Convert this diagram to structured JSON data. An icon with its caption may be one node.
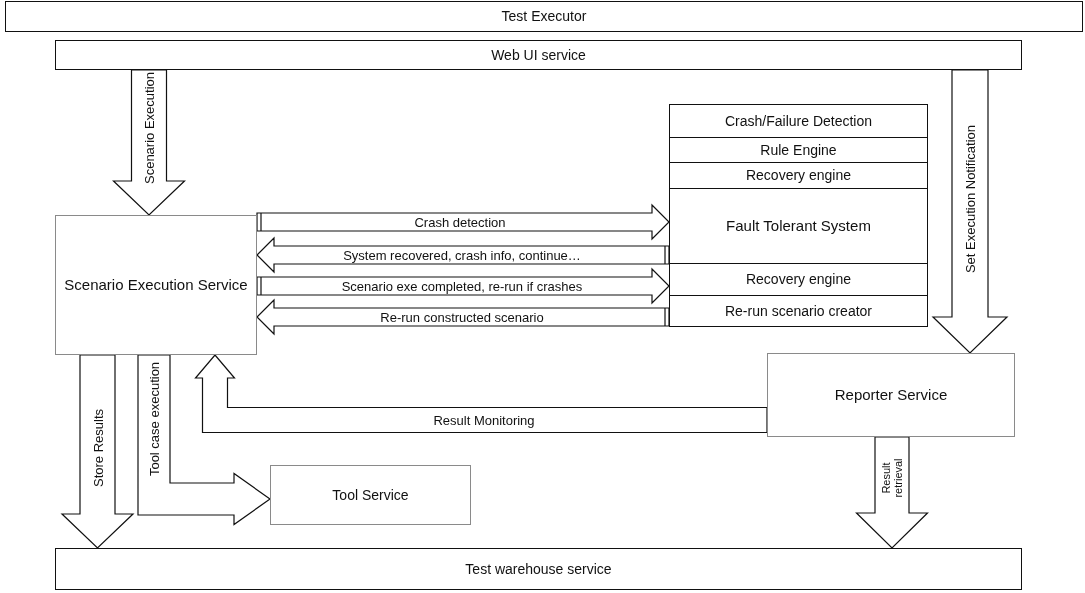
{
  "diagram": {
    "nodes": [
      {
        "text": [
          "Test Executor"
        ]
      },
      {
        "text": [
          "Web UI service"
        ]
      },
      {
        "text": [
          "Crash/Failure Detection"
        ]
      },
      {
        "text": [
          "Rule Engine"
        ]
      },
      {
        "text": [
          "Recovery engine"
        ]
      },
      {
        "text": [
          "Fault Tolerant System"
        ]
      },
      {
        "text": [
          "Recovery engine"
        ]
      },
      {
        "text": [
          "Re-run scenario creator"
        ]
      },
      {
        "text": [
          "Scenario Execution Service"
        ]
      },
      {
        "text": [
          "Reporter Service"
        ]
      },
      {
        "text": [
          "Tool Service"
        ]
      },
      {
        "text": [
          "Test warehouse service"
        ]
      }
    ],
    "edges": [
      {
        "from": 1,
        "to": 8,
        "arrow": "to",
        "label": "Scenario Execution"
      },
      {
        "from": 8,
        "to": 5,
        "arrow": "to",
        "label": "Crash detection"
      },
      {
        "from": 5,
        "to": 8,
        "arrow": "to",
        "label": "System recovered, crash info, continue…"
      },
      {
        "from": 8,
        "to": 6,
        "arrow": "to",
        "label": "Scenario exe completed, re-run if crashes"
      },
      {
        "from": 7,
        "to": 8,
        "arrow": "to",
        "label": "Re-run constructed scenario"
      },
      {
        "from": 1,
        "to": 9,
        "arrow": "to",
        "label": "Set Execution Notification"
      },
      {
        "from": 9,
        "to": 8,
        "arrow": "to",
        "label": "Result Monitoring"
      },
      {
        "from": 8,
        "to": 11,
        "arrow": "to",
        "label": "Store Results"
      },
      {
        "from": 8,
        "to": 10,
        "arrow": "to",
        "label": "Tool case execution"
      },
      {
        "from": 9,
        "to": 11,
        "arrow": "to",
        "label": "Result retrieval"
      }
    ]
  }
}
